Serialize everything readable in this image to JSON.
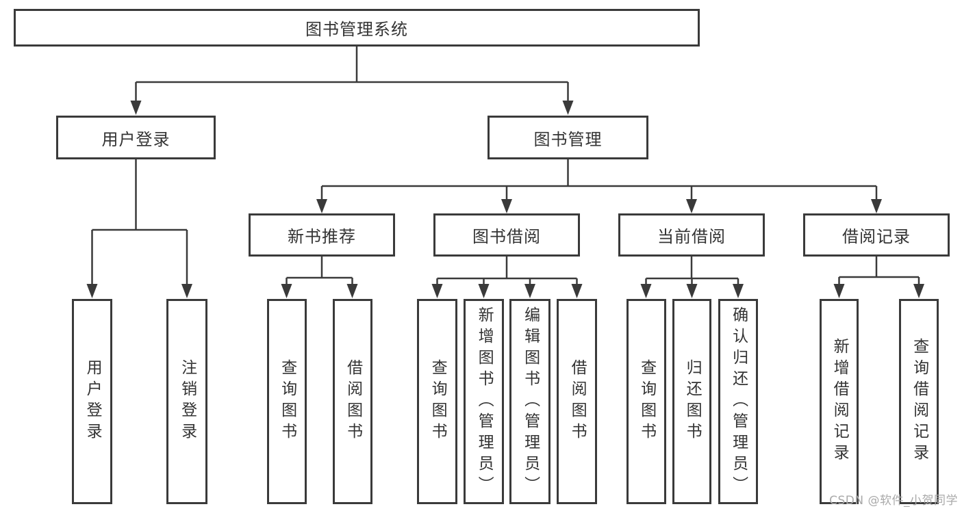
{
  "tree": {
    "root": {
      "label": "图书管理系统"
    },
    "branches": [
      {
        "label": "用户登录",
        "children": [
          {
            "label": "用户登录"
          },
          {
            "label": "注销登录"
          }
        ]
      },
      {
        "label": "图书管理",
        "groups": [
          {
            "label": "新书推荐",
            "children": [
              {
                "label": "查询图书"
              },
              {
                "label": "借阅图书"
              }
            ]
          },
          {
            "label": "图书借阅",
            "children": [
              {
                "label": "查询图书"
              },
              {
                "label": "新增图书（管理员）"
              },
              {
                "label": "编辑图书（管理员）"
              },
              {
                "label": "借阅图书"
              }
            ]
          },
          {
            "label": "当前借阅",
            "children": [
              {
                "label": "查询图书"
              },
              {
                "label": "归还图书"
              },
              {
                "label": "确认归还（管理员）"
              }
            ]
          },
          {
            "label": "借阅记录",
            "children": [
              {
                "label": "新增借阅记录"
              },
              {
                "label": "查询借阅记录"
              }
            ]
          }
        ]
      }
    ]
  },
  "watermark": {
    "text": "CSDN @软件_小贺同学"
  },
  "colors": {
    "line": "#3a3a3a",
    "text": "#333333",
    "watermark": "#a9a9a9",
    "background": "#ffffff"
  }
}
